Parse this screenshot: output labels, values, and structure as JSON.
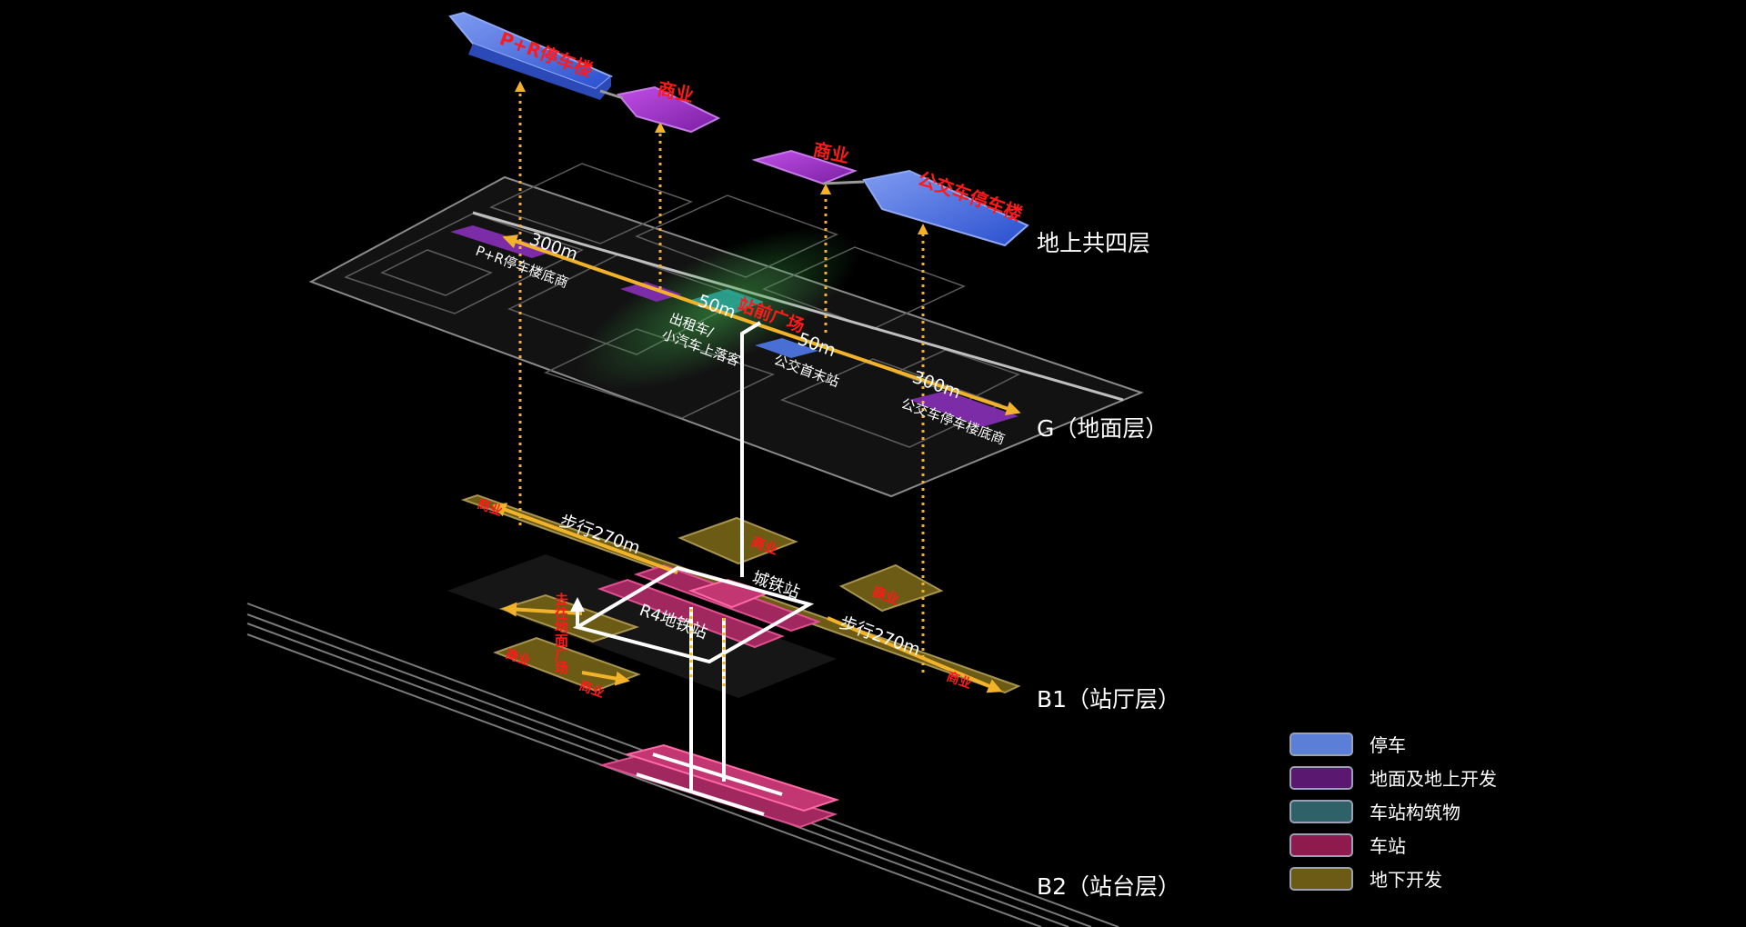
{
  "levels": {
    "above": "地上共四层",
    "ground": "G（地面层）",
    "b1": "B1（站厅层）",
    "b2": "B2（站台层）"
  },
  "buildings": {
    "pr_parking": "P+R停车楼",
    "commercial_left": "商业",
    "commercial_right": "商业",
    "bus_parking": "公交车停车楼"
  },
  "ground": {
    "dist_300_left": "300m",
    "pr_base": "P+R停车楼底商",
    "dist_50_left": "50m",
    "station_plaza": "站前广场",
    "taxi_line1": "出租车/",
    "taxi_line2": "小汽车上落客",
    "dist_50_right": "50m",
    "bus_terminal": "公交首末站",
    "dist_300_right": "300m",
    "bus_base": "公交车停车楼底商"
  },
  "b1": {
    "walk_left": "步行270m",
    "walk_right": "步行270m",
    "commerce": "商业",
    "city_rail": "城铁站",
    "r4_metro": "R4地铁站",
    "to_plaza": "去往地面广场"
  },
  "legend": [
    {
      "label": "停车",
      "color": "#5b7fd6"
    },
    {
      "label": "地面及地上开发",
      "color": "#5a1870"
    },
    {
      "label": "车站构筑物",
      "color": "#2f6268"
    },
    {
      "label": "车站",
      "color": "#8e1a4e"
    },
    {
      "label": "地下开发",
      "color": "#6b5b14"
    }
  ]
}
